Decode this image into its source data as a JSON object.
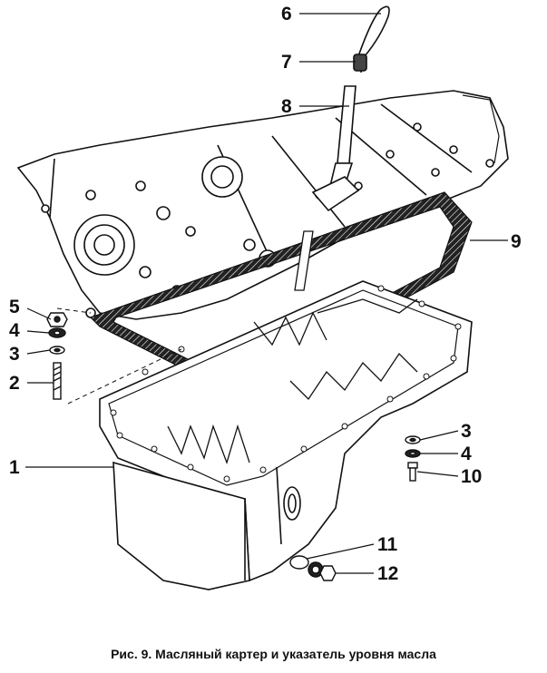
{
  "caption": "Рис. 9. Масляный картер и указатель уровня масла",
  "callouts": {
    "n1": "1",
    "n2": "2",
    "n3a": "3",
    "n3b": "3",
    "n4a": "4",
    "n4b": "4",
    "n5": "5",
    "n6": "6",
    "n7": "7",
    "n8": "8",
    "n9": "9",
    "n10": "10",
    "n11": "11",
    "n12": "12"
  }
}
